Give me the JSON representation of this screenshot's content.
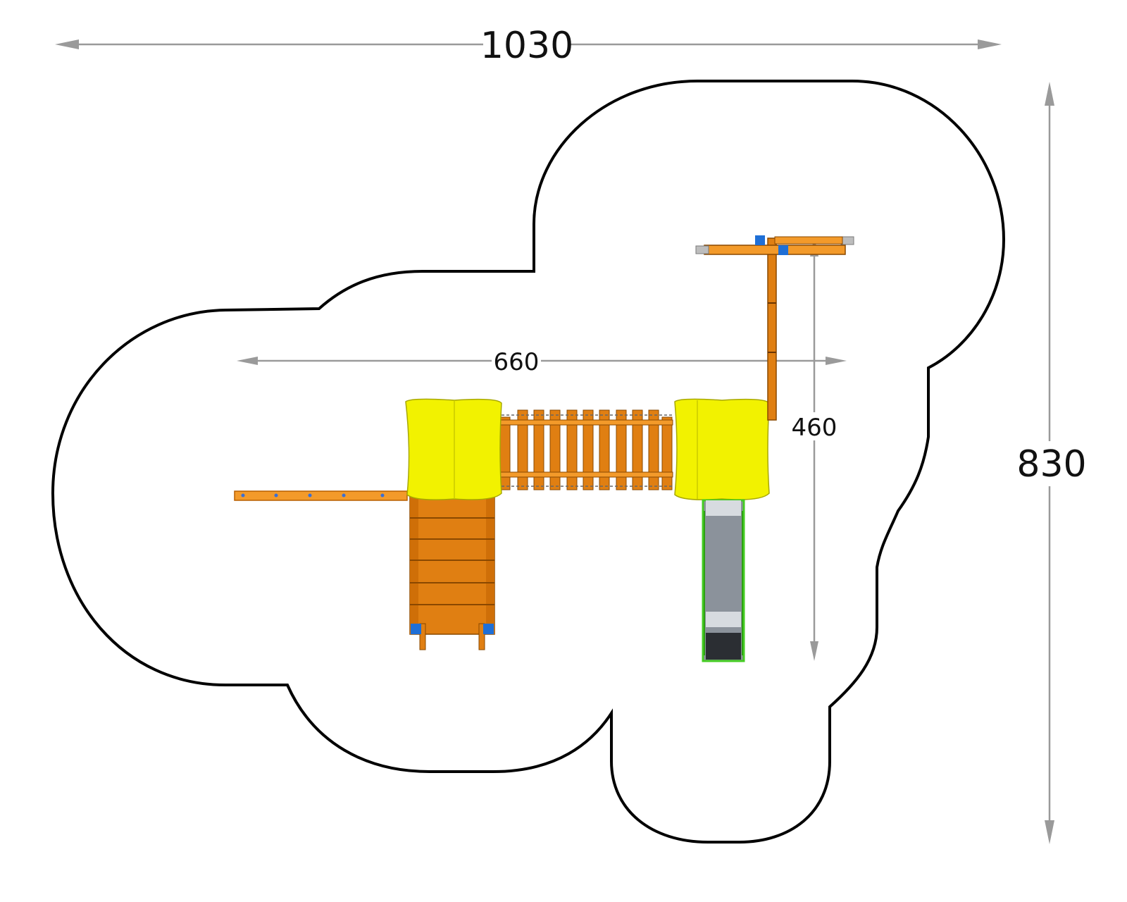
{
  "dimensions": {
    "total_width": "1030",
    "total_depth": "830",
    "structure_width": "660",
    "structure_depth": "460"
  },
  "colors": {
    "yellow_panel": "#f2f200",
    "yellow_panel_edge": "#c9c900",
    "wood": "#e07f12",
    "wood_dark": "#b85f00",
    "wood_light": "#f39a2a",
    "blue_clamp": "#1f6fd6",
    "slide_steel": "#8b929b",
    "slide_edge": "#44cc22",
    "slide_dark": "#2b2e33",
    "dim_line": "#9a9a9a",
    "boundary": "#000000"
  },
  "components": {
    "left_tower": "yellow-roof-panel",
    "right_tower": "yellow-roof-panel",
    "bridge": "wooden-slat-bridge",
    "climbing_ramp": "wooden-ramp",
    "slide": "steel-slide",
    "swing_beam": "swing-beam",
    "side_bar": "monkey-bar"
  }
}
